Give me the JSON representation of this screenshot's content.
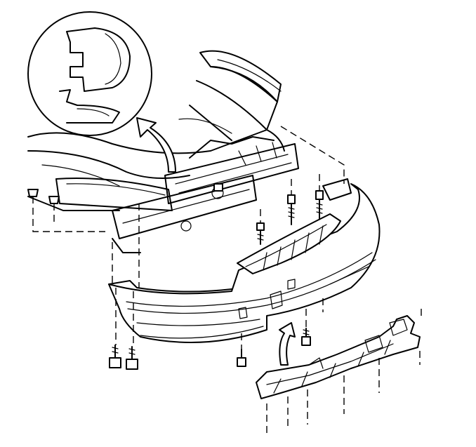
{
  "diagram": {
    "parts": [
      "detail-callout",
      "vehicle-front-body",
      "bumper-fascia",
      "energy-absorber-bracket",
      "bolts",
      "push-pins",
      "direction-arrows",
      "alignment-lines"
    ]
  }
}
